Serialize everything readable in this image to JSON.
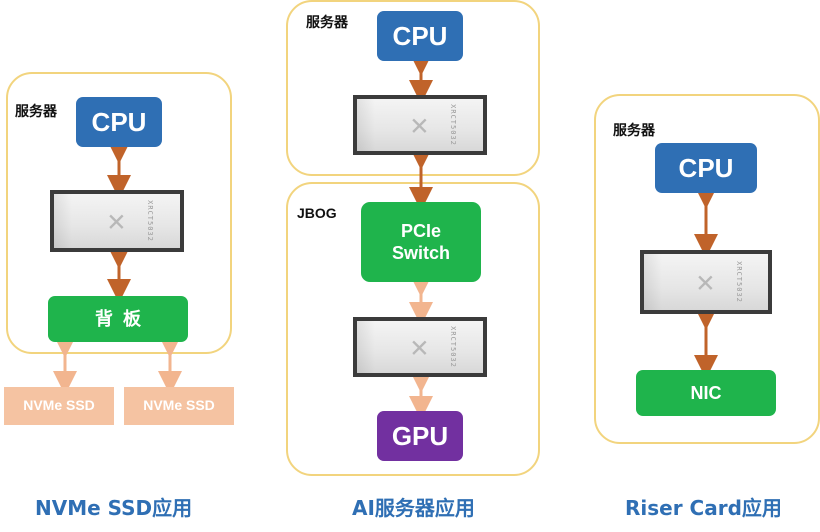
{
  "colors": {
    "container_border": "#f2d47e",
    "cpu": "#2f6fb4",
    "green": "#1fb44c",
    "gpu": "#7230a0",
    "ssd": "#f5c3a2",
    "arrow_dark": "#c0632a",
    "arrow_light": "#f2b58f",
    "caption": "#2f6fb4"
  },
  "nvme": {
    "server_label": "服务器",
    "cpu_label": "CPU",
    "chip_text": "XRCT5032",
    "backplane_label": "背  板",
    "ssd_labels": [
      "NVMe SSD",
      "NVMe SSD"
    ],
    "caption": "NVMe SSD应用"
  },
  "ai": {
    "server_label": "服务器",
    "cpu_label": "CPU",
    "chip_text": "XRCT5032",
    "jbog_label": "JBOG",
    "switch_label_line1": "PCIe",
    "switch_label_line2": "Switch",
    "chip2_text": "XRCT5032",
    "gpu_label": "GPU",
    "caption": "AI服务器应用"
  },
  "riser": {
    "server_label": "服务器",
    "cpu_label": "CPU",
    "chip_text": "XRCT5032",
    "nic_label": "NIC",
    "caption": "Riser Card应用"
  }
}
